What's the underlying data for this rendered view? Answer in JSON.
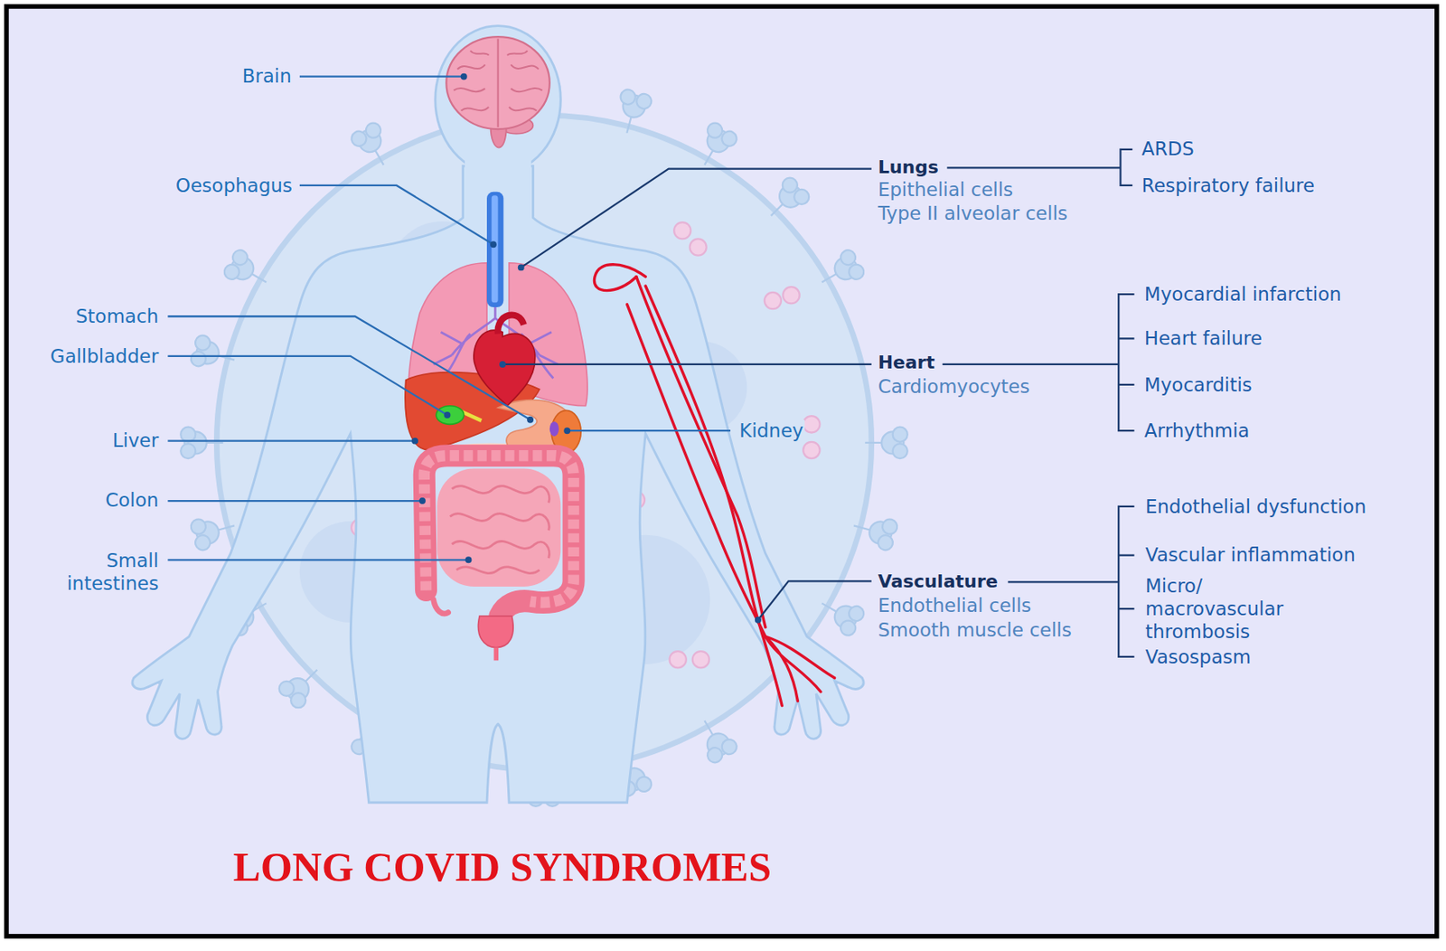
{
  "diagram": {
    "title": "LONG COVID SYNDROMES",
    "labels": [
      "Brain",
      "Oesophagus",
      "Stomach",
      "Gallbladder",
      "Liver",
      "Colon",
      "Small intestines",
      "Lungs",
      "Epithelial cells",
      "Type II alveolar cells",
      "ARDS",
      "Respiratory failure",
      "Heart",
      "Cardiomyocytes",
      "Myocardial infarction",
      "Heart failure",
      "Myocarditis",
      "Arrhythmia",
      "Kidney",
      "Vasculature",
      "Endothelial cells",
      "Smooth muscle cells",
      "Endothelial dysfunction",
      "Vascular inflammation",
      "Micro/ macrovascular thrombosis",
      "Vasospasm"
    ]
  }
}
